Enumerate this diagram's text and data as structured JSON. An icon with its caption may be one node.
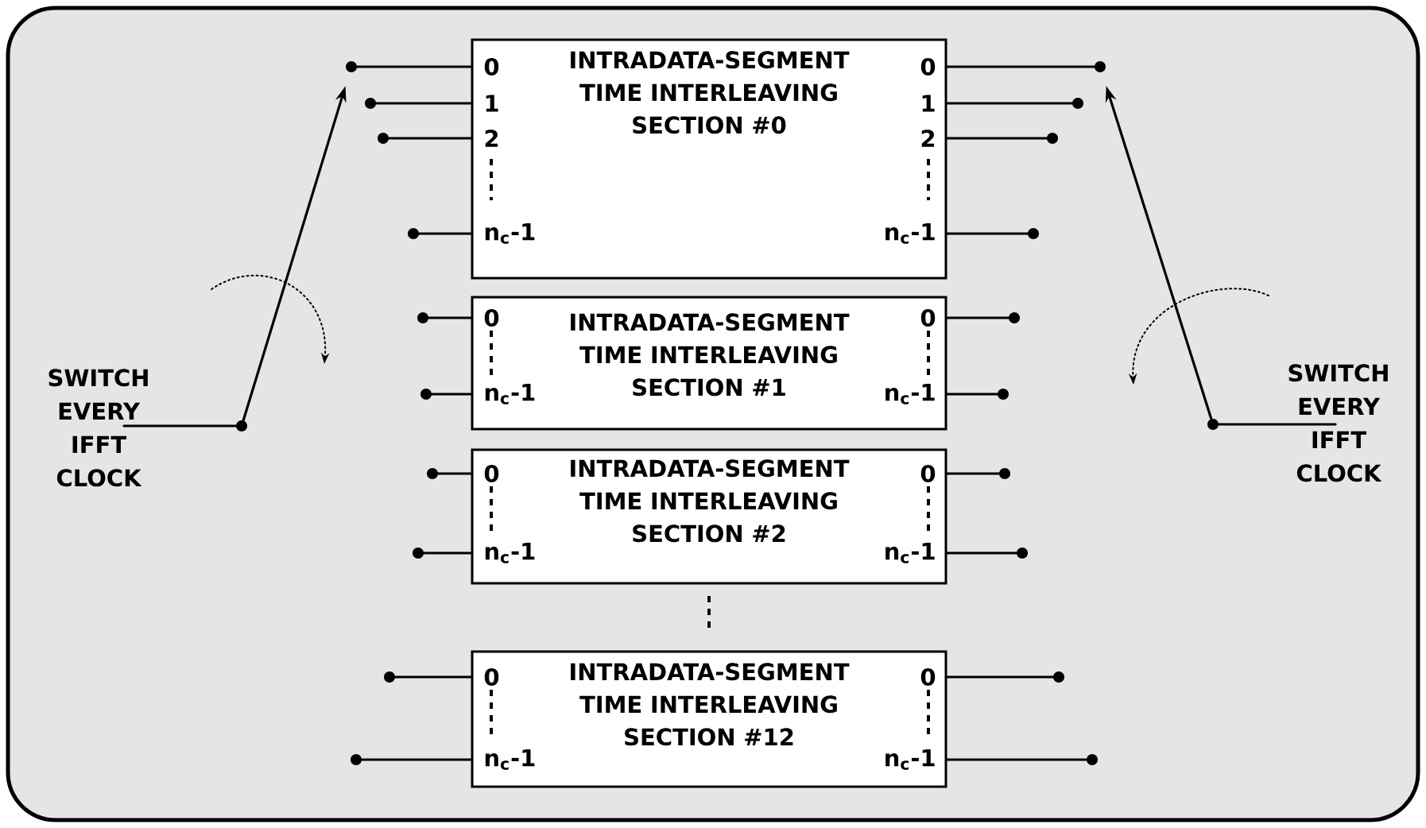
{
  "diagram": {
    "nodes": [
      {
        "text": [
          "SWITCH EVERY IFFT CLOCK"
        ]
      },
      {
        "text": [],
        "shape": "circle"
      },
      {
        "text": [
          "INTRADATA-SEGMENT TIME INTERLEAVING SECTION #0",
          "0",
          "1",
          "2",
          "n$_{c}$-1",
          "0",
          "1",
          "2",
          "n$_{c}$-1"
        ]
      },
      {
        "text": [
          "INTRADATA-SEGMENT TIME INTERLEAVING SECTION #1",
          "0",
          "n$_{c}$-1",
          "0",
          "n$_{c}$-1"
        ]
      },
      {
        "text": [
          "INTRADATA-SEGMENT TIME INTERLEAVING SECTION #2",
          "0",
          "n$_{c}$-1",
          "0",
          "n$_{c}$-1"
        ]
      },
      {
        "text": [
          "INTRADATA-SEGMENT TIME INTERLEAVING SECTION #12",
          "0",
          "n$_{c}$-1",
          "0",
          "n$_{c}$-1"
        ]
      },
      {
        "text": [
          "SWITCH EVERY IFFT CLOCK"
        ]
      },
      {
        "text": [],
        "shape": "circle"
      },
      {
        "text": [],
        "shape": "circle"
      },
      {
        "text": [],
        "shape": "circle"
      },
      {
        "text": [],
        "shape": "circle"
      },
      {
        "text": [],
        "shape": "circle"
      },
      {
        "text": [],
        "shape": "circle"
      },
      {
        "text": [],
        "shape": "circle"
      },
      {
        "text": [],
        "shape": "circle"
      },
      {
        "text": [],
        "shape": "circle"
      },
      {
        "text": [],
        "shape": "circle"
      },
      {
        "text": [],
        "shape": "circle"
      },
      {
        "text": [],
        "shape": "circle"
      },
      {
        "text": [],
        "shape": "circle"
      },
      {
        "text": [],
        "shape": "circle"
      },
      {
        "text": [],
        "shape": "circle"
      },
      {
        "text": [],
        "shape": "circle"
      },
      {
        "text": [],
        "shape": "circle"
      },
      {
        "text": [],
        "shape": "circle"
      },
      {
        "text": [],
        "shape": "circle"
      },
      {
        "text": [],
        "shape": "circle"
      },
      {
        "text": [],
        "shape": "circle"
      }
    ],
    "edges": [
      {
        "from": 0,
        "to": 1,
        "arrow": "none"
      },
      {
        "from": 1,
        "to": 8,
        "arrow": "to"
      },
      {
        "from": 6,
        "to": 7,
        "arrow": "none"
      },
      {
        "from": 7,
        "to": 12,
        "arrow": "to"
      },
      {
        "from": 2,
        "to": 8,
        "arrow": "none"
      },
      {
        "from": 2,
        "to": 9,
        "arrow": "none"
      },
      {
        "from": 2,
        "to": 10,
        "arrow": "none"
      },
      {
        "from": 2,
        "to": 11,
        "arrow": "none"
      },
      {
        "from": 2,
        "to": 12,
        "arrow": "none"
      },
      {
        "from": 2,
        "to": 13,
        "arrow": "none"
      },
      {
        "from": 2,
        "to": 14,
        "arrow": "none"
      },
      {
        "from": 2,
        "to": 15,
        "arrow": "none"
      },
      {
        "from": 3,
        "to": 16,
        "arrow": "none"
      },
      {
        "from": 3,
        "to": 17,
        "arrow": "none"
      },
      {
        "from": 3,
        "to": 18,
        "arrow": "none"
      },
      {
        "from": 3,
        "to": 19,
        "arrow": "none"
      },
      {
        "from": 4,
        "to": 20,
        "arrow": "none"
      },
      {
        "from": 4,
        "to": 21,
        "arrow": "none"
      },
      {
        "from": 4,
        "to": 22,
        "arrow": "none"
      },
      {
        "from": 4,
        "to": 23,
        "arrow": "none"
      },
      {
        "from": 5,
        "to": 24,
        "arrow": "none"
      },
      {
        "from": 5,
        "to": 25,
        "arrow": "none"
      },
      {
        "from": 5,
        "to": 26,
        "arrow": "none"
      },
      {
        "from": 5,
        "to": 27,
        "arrow": "none"
      }
    ]
  }
}
